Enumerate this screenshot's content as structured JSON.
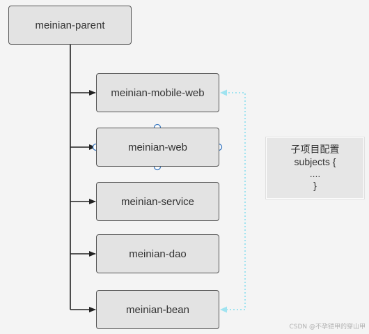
{
  "diagram": {
    "root": {
      "label": "meinian-parent"
    },
    "children": [
      {
        "id": "mobile-web",
        "label": "meinian-mobile-web"
      },
      {
        "id": "web",
        "label": "meinian-web"
      },
      {
        "id": "service",
        "label": "meinian-service"
      },
      {
        "id": "dao",
        "label": "meinian-dao"
      },
      {
        "id": "bean",
        "label": "meinian-bean"
      }
    ],
    "note": {
      "line1": "子项目配置",
      "line2": "subjects {",
      "line3": "....",
      "line4": "}"
    },
    "colors": {
      "box_fill": "#e3e3e3",
      "box_border": "#555555",
      "connector": "#222222",
      "dotted_link": "#9fe3f0",
      "selection_handle": "#3a78c0"
    }
  },
  "watermark": "CSDN @不孕铠甲的穿山甲"
}
